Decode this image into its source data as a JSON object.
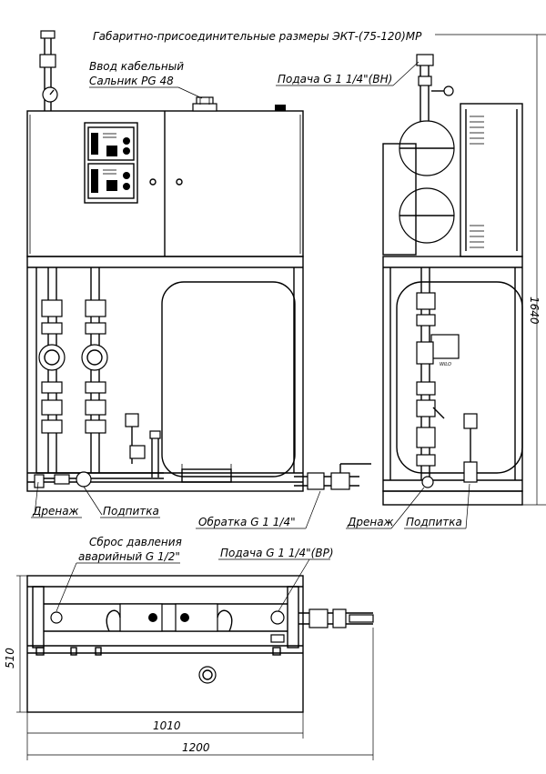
{
  "title": "Габаритно-присоединительные размеры ЭКТ-(75-120)МР",
  "labels": {
    "cable_entry_1": "Ввод кабельный",
    "cable_entry_2": "Сальник PG 48",
    "supply_top": "Подача G 1 1/4\"(ВН)",
    "drain_front": "Дренаж",
    "feed_front": "Подпитка",
    "return": "Обратка G 1 1/4\"",
    "drain_side": "Дренаж",
    "feed_side": "Подпитка",
    "relief_1": "Сброс давления",
    "relief_2": "аварийный G 1/2\"",
    "supply_plan": "Подача G 1 1/4\"(ВР)",
    "wilo": "WILO"
  },
  "dimensions": {
    "height": "1640",
    "depth": "510",
    "width_inner": "1010",
    "width_total": "1200"
  }
}
